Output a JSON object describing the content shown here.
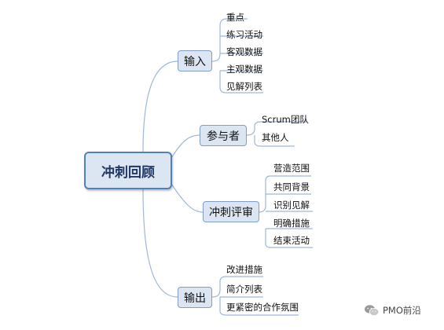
{
  "central": {
    "label": "冲刺回顾"
  },
  "branches": [
    {
      "label": "输入",
      "items": [
        "重点",
        "练习活动",
        "客观数据",
        "主观数据",
        "见解列表"
      ]
    },
    {
      "label": "参与者",
      "items": [
        "Scrum团队",
        "其他人"
      ]
    },
    {
      "label": "冲刺评审",
      "items": [
        "营造范围",
        "共同背景",
        "识别见解",
        "明确措施",
        "结束活动"
      ]
    },
    {
      "label": "输出",
      "items": [
        "改进措施",
        "简介列表",
        "更紧密的合作氛围"
      ]
    }
  ],
  "watermark": {
    "text": "PMO前沿",
    "icon": "wechat-logo-icon"
  },
  "colors": {
    "node_fill": "#dce6f2",
    "node_border": "#4f81bd",
    "connector": "#9fb7d8"
  }
}
